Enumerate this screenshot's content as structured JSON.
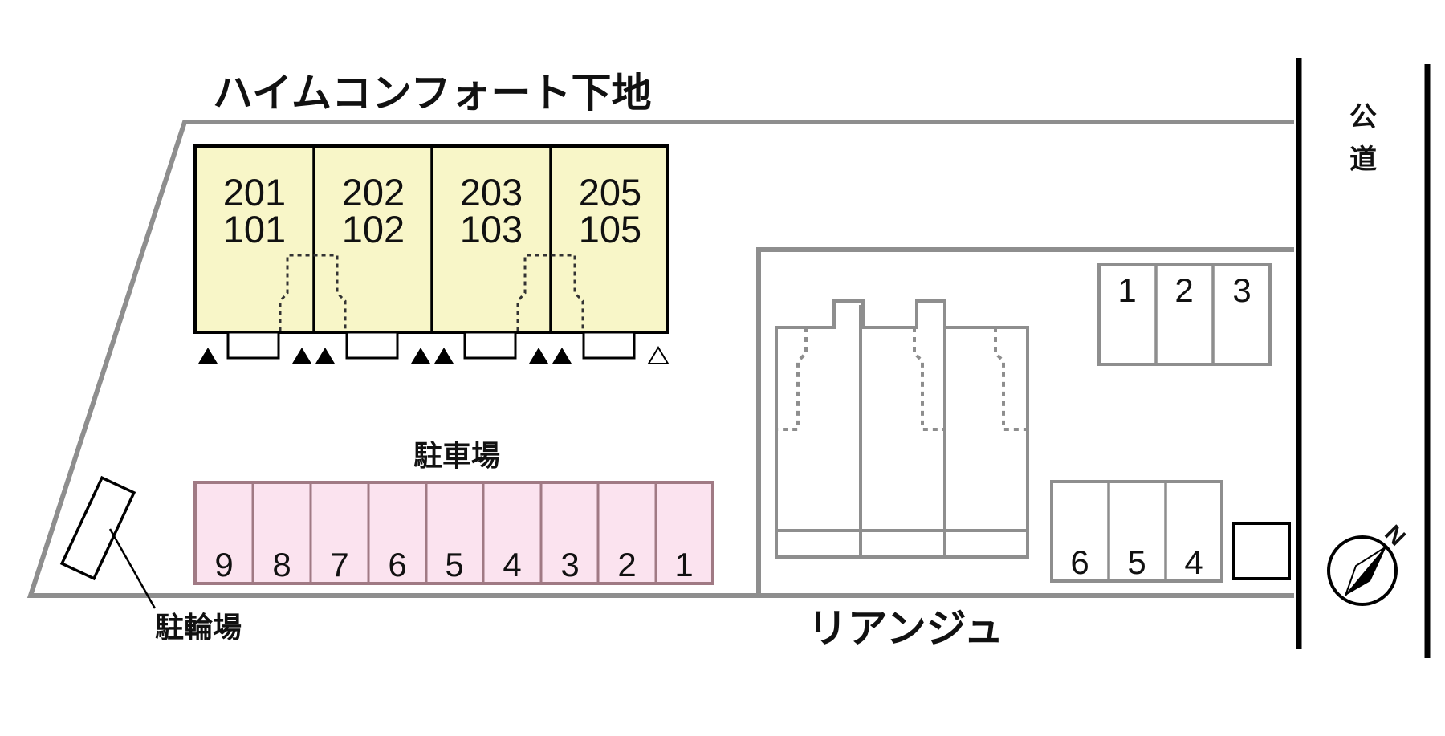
{
  "property": {
    "name": "ハイムコンフォート下地",
    "units": [
      {
        "upper": "201",
        "lower": "101"
      },
      {
        "upper": "202",
        "lower": "102"
      },
      {
        "upper": "203",
        "lower": "103"
      },
      {
        "upper": "205",
        "lower": "105"
      }
    ]
  },
  "parking": {
    "label": "駐車場",
    "spaces": [
      "9",
      "8",
      "7",
      "6",
      "5",
      "4",
      "3",
      "2",
      "1"
    ]
  },
  "bicycle_parking": {
    "label": "駐輪場"
  },
  "public_road": {
    "label_line1": "公",
    "label_line2": "道"
  },
  "neighbor": {
    "name": "リアンジュ",
    "spaces_top": [
      "1",
      "2",
      "3"
    ],
    "spaces_bottom": [
      "6",
      "5",
      "4"
    ]
  },
  "compass": {
    "north_label": "N"
  },
  "colors": {
    "units_fill": "#f8f6c8",
    "parking_fill": "#fbe3ef",
    "parking_stroke": "#a07a84",
    "boundary": "#8e8e8e"
  }
}
